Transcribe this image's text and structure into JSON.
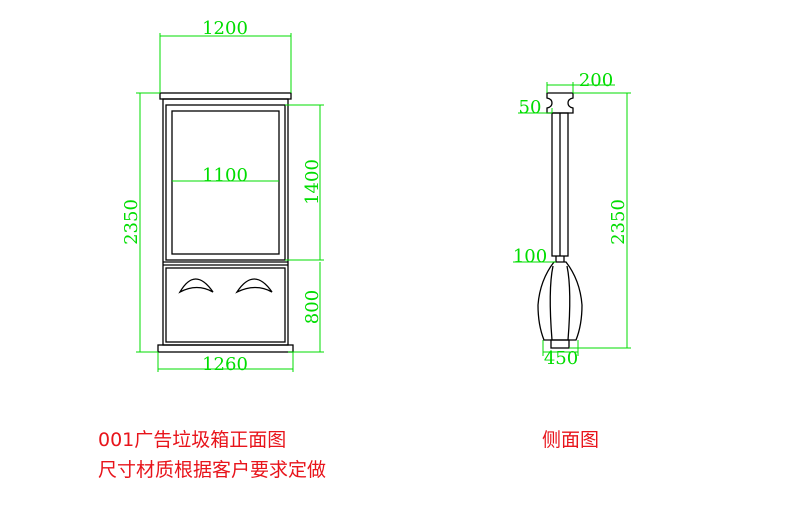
{
  "front_view": {
    "dimensions": {
      "overall_width": "1200",
      "screen_width": "1100",
      "screen_height": "1400",
      "overall_height": "2350",
      "lower_height": "800",
      "base_width": "1260"
    }
  },
  "side_view": {
    "dimensions": {
      "top_width": "200",
      "post_width": "50",
      "overall_height": "2350",
      "neck_height": "100",
      "base_width": "450"
    }
  },
  "captions": {
    "front_title": "001广告垃圾箱正面图",
    "size_note": "尺寸材质根据客户要求定做",
    "side_title": "侧面图"
  },
  "colors": {
    "outline": "#000000",
    "dimension": "#00dd00",
    "caption": "#e8141b"
  }
}
